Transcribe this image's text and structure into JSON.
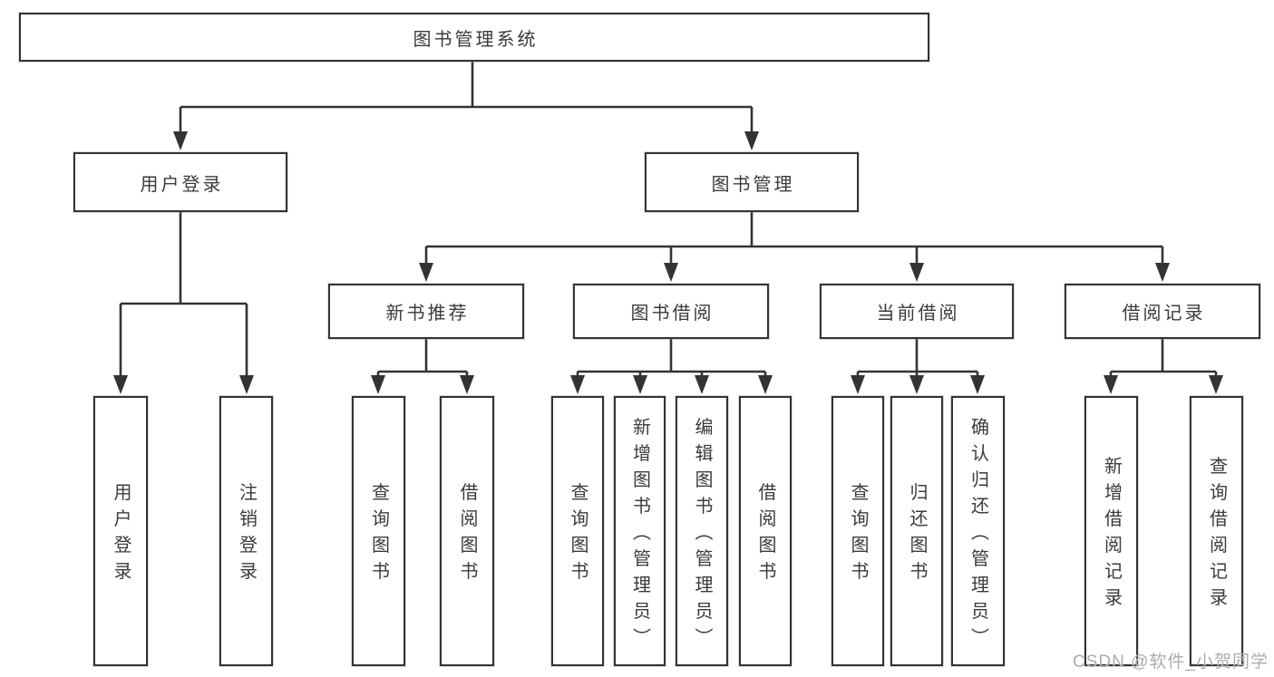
{
  "title": "图书管理系统",
  "tree": {
    "label": "图书管理系统",
    "children": [
      {
        "label": "用户登录",
        "children": [
          {
            "label": "用户登录"
          },
          {
            "label": "注销登录"
          }
        ]
      },
      {
        "label": "图书管理",
        "children": [
          {
            "label": "新书推荐",
            "children": [
              {
                "label": "查询图书"
              },
              {
                "label": "借阅图书"
              }
            ]
          },
          {
            "label": "图书借阅",
            "children": [
              {
                "label": "查询图书"
              },
              {
                "label": "新增图书（管理员）"
              },
              {
                "label": "编辑图书（管理员）"
              },
              {
                "label": "借阅图书"
              }
            ]
          },
          {
            "label": "当前借阅",
            "children": [
              {
                "label": "查询图书"
              },
              {
                "label": "归还图书"
              },
              {
                "label": "确认归还（管理员）"
              }
            ]
          },
          {
            "label": "借阅记录",
            "children": [
              {
                "label": "新增借阅记录"
              },
              {
                "label": "查询借阅记录"
              }
            ]
          }
        ]
      }
    ]
  },
  "watermark": "CSDN @软件_小贺同学",
  "colors": {
    "line": "#333333",
    "box_border": "#333333",
    "text": "#3b3b3b",
    "background": "#ffffff",
    "watermark": "#ababb2"
  }
}
